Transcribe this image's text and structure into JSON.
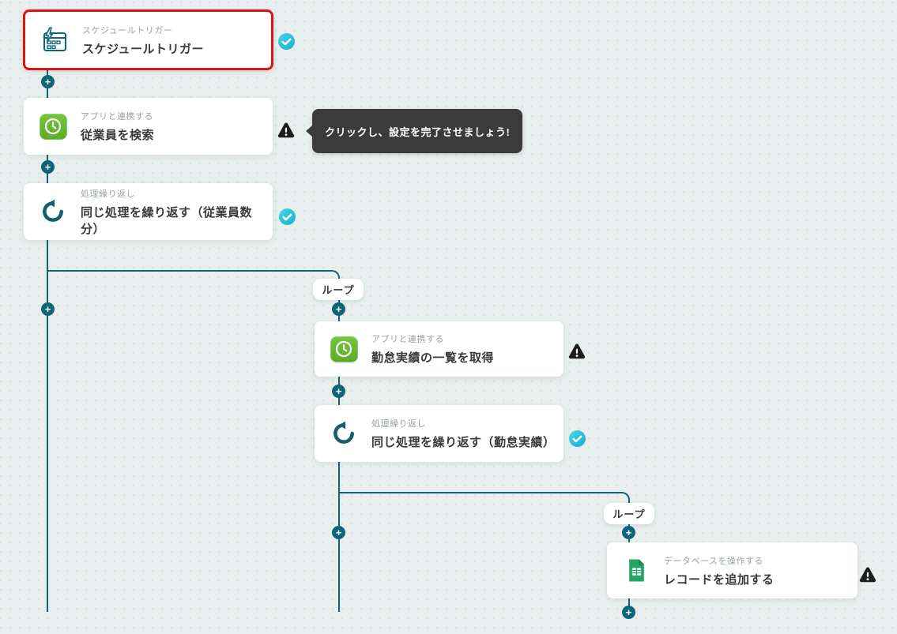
{
  "colors": {
    "background": "#e9efee",
    "grid_dot": "#dbe5e1",
    "connector": "#0f6478",
    "selected_border": "#e01212",
    "success_check": "#2fc7dd",
    "warning_black": "#1d1d1d",
    "tooltip_bg": "#3b3b3b",
    "app_icon_green": "#5aab27",
    "sheets_green": "#23a566"
  },
  "tooltip": {
    "text": "クリックし、設定を完了させましょう!"
  },
  "loops": [
    {
      "label": "ループ"
    },
    {
      "label": "ループ"
    }
  ],
  "nodes": [
    {
      "category": "スケジュールトリガー",
      "title": "スケジュールトリガー",
      "icon": "calendar-lightning-icon",
      "status": "completed",
      "selected": true
    },
    {
      "category": "アプリと連携する",
      "title": "従業員を検索",
      "icon": "clock-app-icon",
      "status": "warning",
      "selected": false
    },
    {
      "category": "処理繰り返し",
      "title": "同じ処理を繰り返す（従業員数分）",
      "icon": "loop-icon",
      "status": "completed",
      "selected": false
    },
    {
      "category": "アプリと連携する",
      "title": "勤怠実績の一覧を取得",
      "icon": "clock-app-icon",
      "status": "warning",
      "selected": false
    },
    {
      "category": "処理繰り返し",
      "title": "同じ処理を繰り返す（勤怠実績）",
      "icon": "loop-icon",
      "status": "completed",
      "selected": false
    },
    {
      "category": "データベースを操作する",
      "title": "レコードを追加する",
      "icon": "sheets-icon",
      "status": "warning",
      "selected": false
    }
  ]
}
